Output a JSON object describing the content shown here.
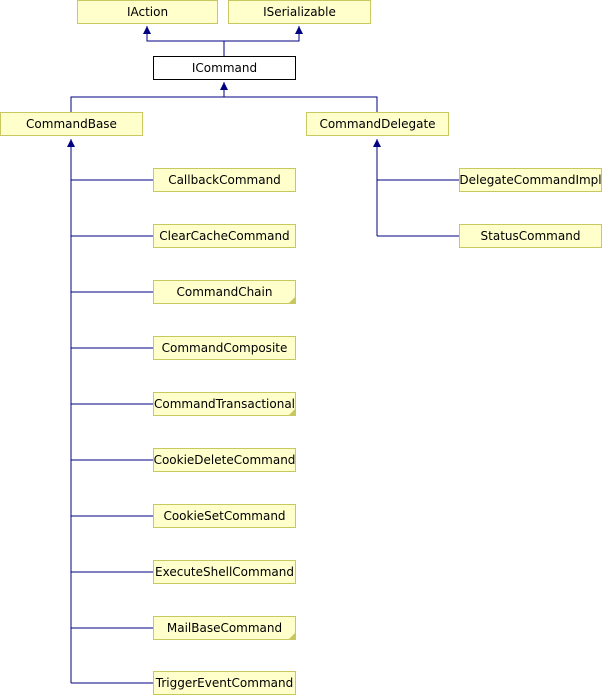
{
  "diagram": {
    "nodes": {
      "iaction": "IAction",
      "iserializable": "ISerializable",
      "icommand": "ICommand",
      "commandbase": "CommandBase",
      "commanddelegate": "CommandDelegate",
      "callbackcommand": "CallbackCommand",
      "clearcachecommand": "ClearCacheCommand",
      "commandchain": "CommandChain",
      "commandcomposite": "CommandComposite",
      "commandtransactional": "CommandTransactional",
      "cookiedeletecommand": "CookieDeleteCommand",
      "cookiesetcommand": "CookieSetCommand",
      "executeshellcommand": "ExecuteShellCommand",
      "mailbasecommand": "MailBaseCommand",
      "triggereventcommand": "TriggerEventCommand",
      "delegatecommandimpl": "DelegateCommandImpl",
      "statuscommand": "StatusCommand"
    },
    "edge_color": "#000080",
    "node_fill": "#ffffcc",
    "node_border": "#c8c860"
  }
}
